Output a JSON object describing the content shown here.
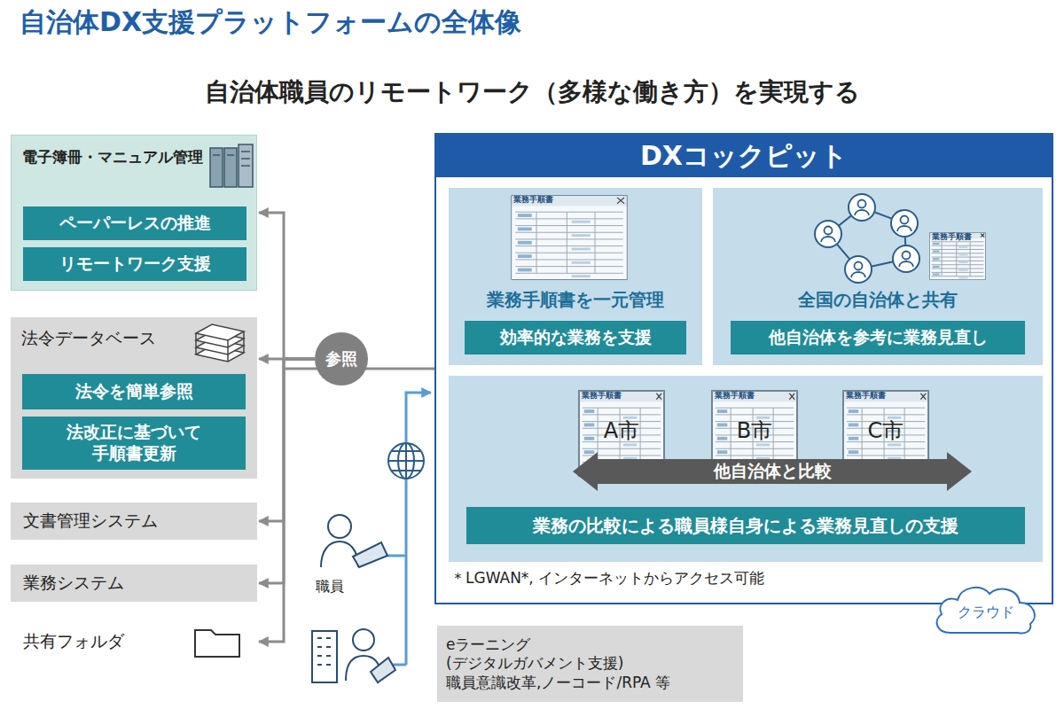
{
  "diagram": {
    "title": "自治体DX支援プラットフォームの全体像",
    "nodes": [
      {
        "text": [
          "電子簿冊・マニュアル管理"
        ]
      },
      {
        "text": [
          "ペーパーレスの推進"
        ],
        "in": 0
      },
      {
        "text": [
          "リモートワーク支援"
        ],
        "in": 0
      },
      {
        "text": [
          "法令データベース"
        ]
      },
      {
        "text": [
          "法令を簡単参照"
        ],
        "in": 3
      },
      {
        "text": [
          "法改正に基づいて 手順書更新"
        ],
        "in": 3
      },
      {
        "text": [
          "文書管理システム"
        ]
      },
      {
        "text": [
          "業務システム"
        ]
      },
      {
        "text": [
          "共有フォルダ"
        ]
      },
      {
        "text": [
          "参照"
        ]
      },
      {
        "text": [
          "DXコックピット"
        ]
      },
      {
        "text": [
          "業務手順書を一元管理"
        ],
        "in": 10
      },
      {
        "text": [
          "効率的な業務を支援"
        ],
        "in": 11
      },
      {
        "text": [
          "全国の自治体と共有"
        ],
        "in": 10
      },
      {
        "text": [
          "他自治体を参考に業務見直し"
        ],
        "in": 13
      },
      {
        "text": [],
        "in": 10
      },
      {
        "text": [
          "業務手順書",
          "A市"
        ],
        "in": 15
      },
      {
        "text": [
          "業務手順書",
          "B市"
        ],
        "in": 15
      },
      {
        "text": [
          "業務手順書",
          "C市"
        ],
        "in": 15
      },
      {
        "text": [
          "他自治体と比較"
        ],
        "in": 15
      },
      {
        "text": [
          "業務の比較による職員様自身による業務見直しの支援"
        ],
        "in": 15
      },
      {
        "text": [
          "クラウド"
        ]
      },
      {
        "text": [
          "eラーニング",
          "(デジタルガバメント支援)",
          "職員意識改革,ノーコード/RPA 等"
        ]
      }
    ],
    "edges": [
      {
        "from": 10,
        "to": 9,
        "arrow": "none"
      },
      {
        "from": 9,
        "to": 0,
        "arrow": "to"
      },
      {
        "from": 9,
        "to": 3,
        "arrow": "to"
      },
      {
        "from": 9,
        "to": 6,
        "arrow": "to"
      },
      {
        "from": 9,
        "to": 7,
        "arrow": "to"
      },
      {
        "from": 9,
        "to": 8,
        "arrow": "to"
      }
    ],
    "labels": [
      "自治体職員のリモートワーク（多様な働き方）を実現する",
      "業務手順書",
      "業務手順書",
      "＊LGWAN*, インターネットからアクセス可能",
      "職員"
    ]
  }
}
